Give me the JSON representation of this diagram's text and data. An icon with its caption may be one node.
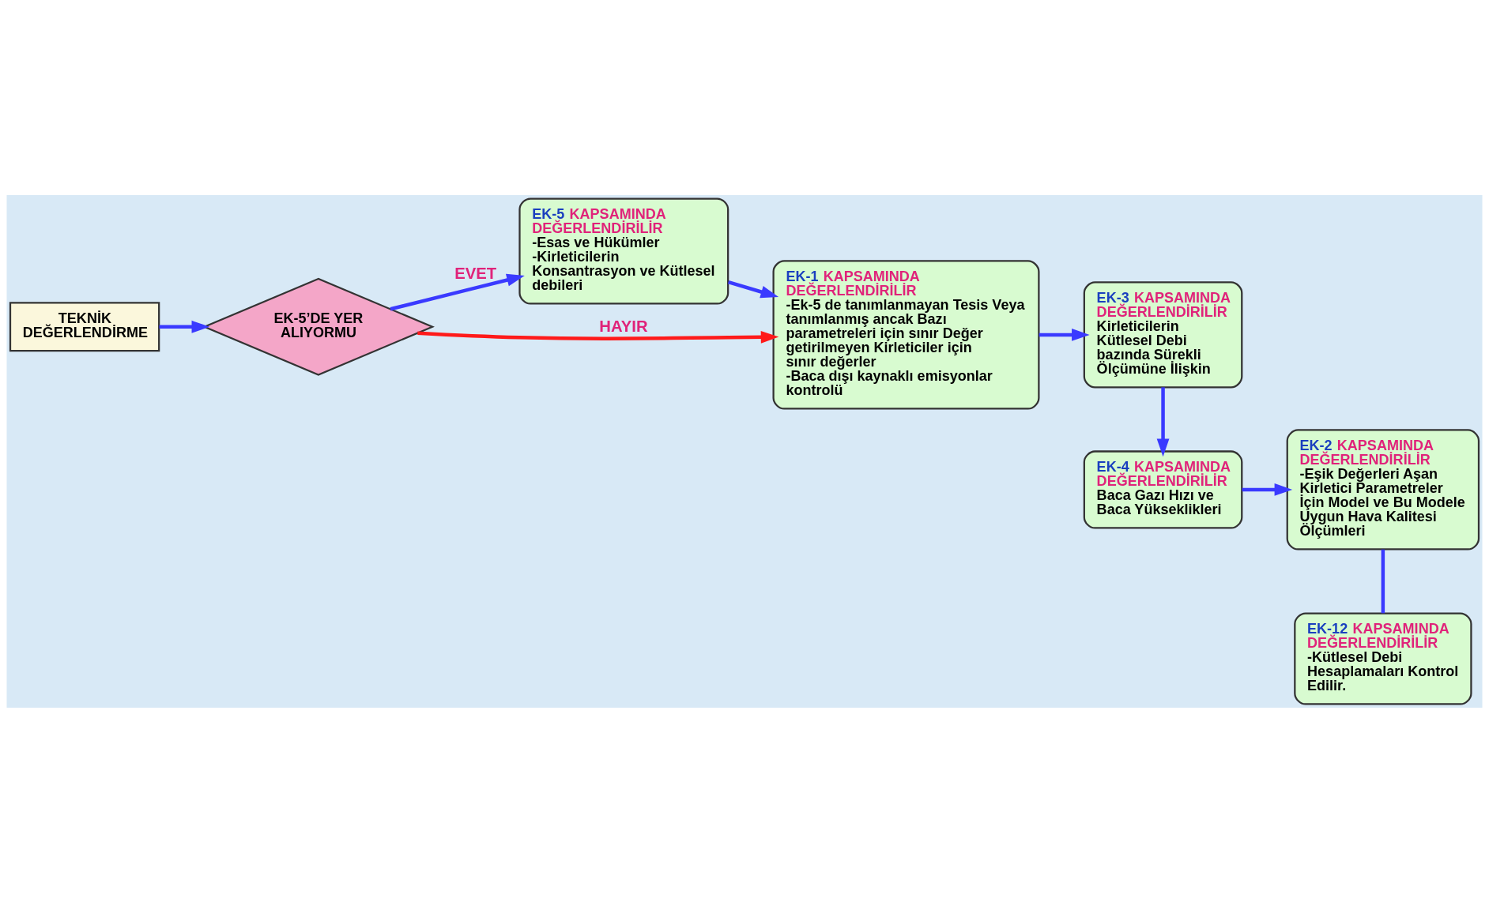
{
  "diagram": {
    "nodes": [
      {
        "text": [
          "TEKNİK DEĞERLENDİRME"
        ]
      },
      {
        "text": [
          "EK-5’DE YER ALIYORMU"
        ]
      },
      {
        "text": [
          "EK-5 KAPSAMINDA DEĞERLENDİRİLİR",
          "-Esas ve Hükümler",
          "-Kirleticilerin Konsantrasyon ve Kütlesel debileri"
        ]
      },
      {
        "text": [
          "EK-1 KAPSAMINDA DEĞERLENDİRİLİR",
          "-Ek-5 de tanımlanmayan Tesis Veya tanımlanmış ancak Bazı parametreleri için sınır Değer getirilmeyen Kirleticiler için sınır değerler",
          "-Baca dışı kaynaklı emisyonlar kontrolü"
        ]
      },
      {
        "text": [
          "EK-3 KAPSAMINDA DEĞERLENDİRİLİR",
          "Kirleticilerin Kütlesel Debi bazında Sürekli Ölçümüne İlişkin"
        ]
      },
      {
        "text": [
          "EK-4 KAPSAMINDA DEĞERLENDİRİLİR",
          "Baca Gazı Hızı ve Baca Yükseklikleri"
        ]
      },
      {
        "text": [
          "EK-12 KAPSAMINDA DEĞERLENDİRİLİR",
          "-Kütlesel Debi Hesaplamaları Kontrol Edilir."
        ]
      },
      {
        "text": [
          "EK-2 KAPSAMINDA DEĞERLENDİRİLİR",
          "-Eşik Değerleri Aşan Kirletici Parametreler İçin Model ve Bu Modele Uygun Hava Kalitesi Ölçümleri"
        ]
      }
    ],
    "edges": [
      {
        "from": 0,
        "to": 1,
        "arrow": "to"
      },
      {
        "from": 1,
        "to": 3,
        "arrow": "to",
        "label": "HAYIR",
        "color": "#ff1a1a"
      },
      {
        "from": 1,
        "to": 2,
        "arrow": "to",
        "label": "EVET"
      },
      {
        "from": 2,
        "to": 3,
        "arrow": "to"
      },
      {
        "from": 3,
        "to": 4,
        "arrow": "to"
      },
      {
        "from": 4,
        "to": 5,
        "arrow": "to"
      },
      {
        "from": 5,
        "to": 7,
        "arrow": "to"
      },
      {
        "from": 7,
        "to": 6,
        "arrow": "none"
      }
    ]
  }
}
